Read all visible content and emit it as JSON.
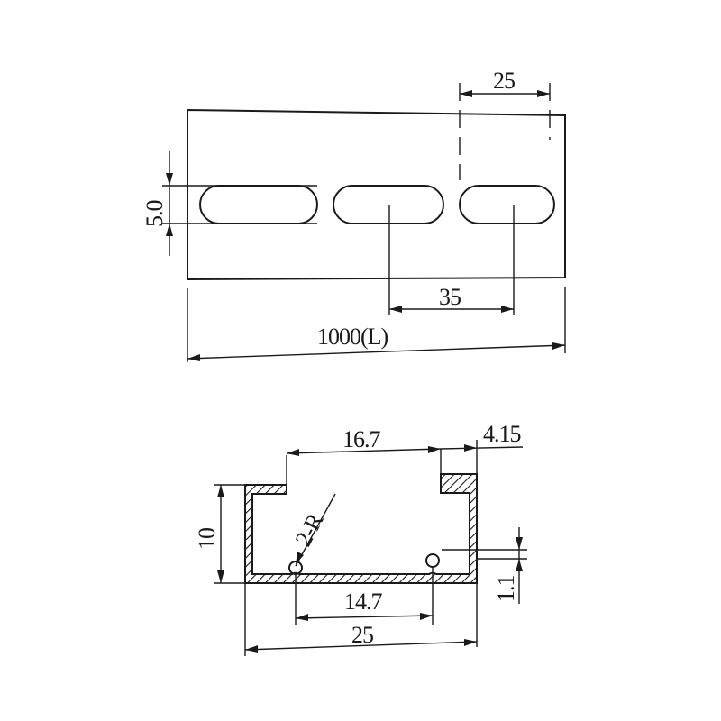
{
  "top_view": {
    "dim_slot_pitch_right": "25",
    "dim_slot_height": "5.0",
    "dim_slot_spacing": "35",
    "dim_length": "1000(L)"
  },
  "section_view": {
    "dim_top_opening": "16.7",
    "dim_lip_width": "4.15",
    "dim_height": "10",
    "dim_radius": "2-R",
    "dim_bottom_inner": "14.7",
    "dim_thickness": "1.1",
    "dim_total_width": "25"
  },
  "colors": {
    "line": "#1a1a1a",
    "background": "#ffffff"
  }
}
